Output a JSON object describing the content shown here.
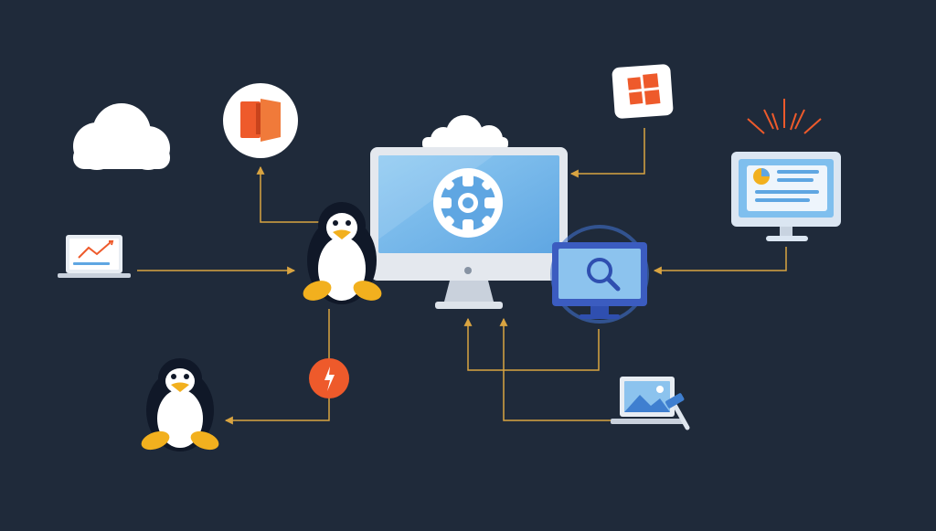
{
  "colors": {
    "background": "#1f2a3a",
    "connector": "#d9a441",
    "accent_orange": "#ee5a2b",
    "screen_blue": "#7fbfee",
    "monitor_frame": "#e4e8ee",
    "penguin_black": "#101828",
    "penguin_belly": "#ffffff",
    "penguin_feet": "#f2b01e"
  },
  "nodes": [
    {
      "name": "cloud-icon-left",
      "icon": "cloud"
    },
    {
      "name": "office-app-icon",
      "icon": "office-document"
    },
    {
      "name": "windows-logo-icon",
      "icon": "windows-logo"
    },
    {
      "name": "analytics-dashboard-monitor",
      "icon": "dashboard-monitor"
    },
    {
      "name": "central-desktop-monitor",
      "icon": "desktop-with-gear"
    },
    {
      "name": "search-monitor",
      "icon": "magnifier-monitor"
    },
    {
      "name": "chart-laptop",
      "icon": "laptop-line-chart"
    },
    {
      "name": "linux-penguin-main",
      "icon": "tux"
    },
    {
      "name": "linux-penguin-secondary",
      "icon": "tux"
    },
    {
      "name": "power-badge",
      "icon": "lightning-bolt"
    },
    {
      "name": "image-editor-laptop",
      "icon": "laptop-image-hammer"
    }
  ],
  "connections": [
    {
      "from": "linux-penguin-main",
      "to": "office-app-icon"
    },
    {
      "from": "chart-laptop",
      "to": "linux-penguin-main"
    },
    {
      "from": "windows-logo-icon",
      "to": "central-desktop-monitor"
    },
    {
      "from": "analytics-dashboard-monitor",
      "to": "search-monitor"
    },
    {
      "from": "search-monitor",
      "to": "central-desktop-monitor"
    },
    {
      "from": "image-editor-laptop",
      "to": "central-desktop-monitor"
    },
    {
      "from": "power-badge",
      "to": "linux-penguin-secondary"
    }
  ]
}
